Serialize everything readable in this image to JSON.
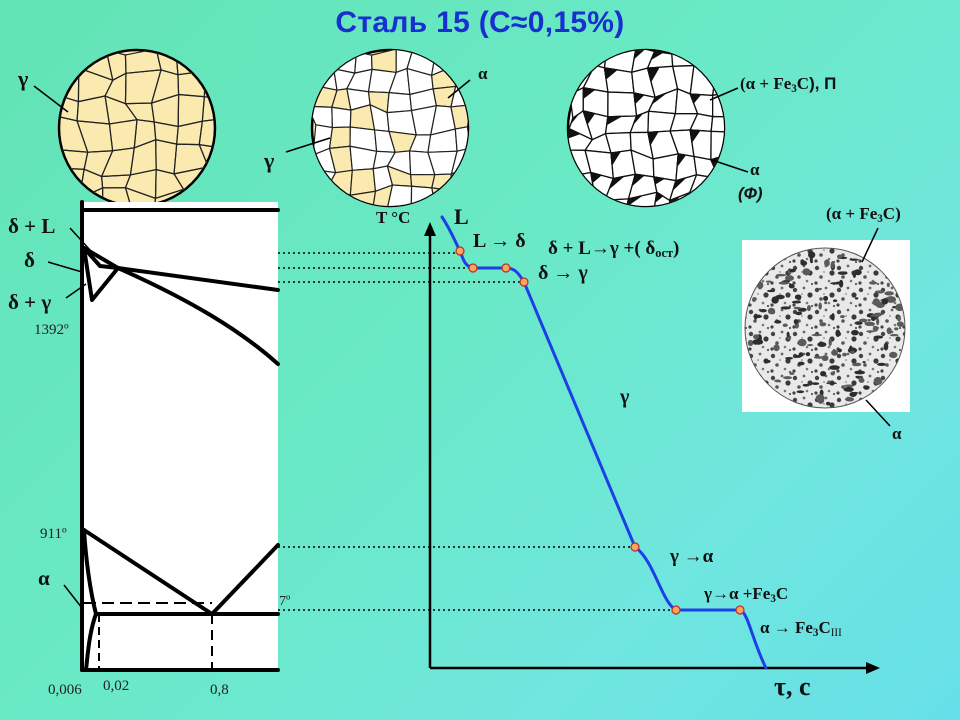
{
  "title": "Сталь 15 (С≈0,15%)",
  "micro_labels": {
    "austenite": "γ",
    "mixed_alpha": "α",
    "mixed_gamma": "γ",
    "pearlite_name": "(α + Fe3C), П",
    "ferrite": "α",
    "ferrite_name": "(Ф)",
    "photo_pearlite": "(α + Fe3C)",
    "photo_ferrite": "α"
  },
  "phase_diagram": {
    "delta_L": "δ + L",
    "delta": "δ",
    "delta_gamma": "δ + γ",
    "t1392": "1392º",
    "t911": "911º",
    "alpha": "α",
    "t727": "7º",
    "x0006": "0,006",
    "x002": "0,02",
    "x08": "0,8"
  },
  "cooling_curve": {
    "y_axis": "T °C",
    "x_axis": "τ, с",
    "L": "L",
    "L_to_delta": "L → δ",
    "peritectic": "δ + L→γ +( δ",
    "peritectic_sub": "ост",
    "peritectic_close": ")",
    "delta_to_gamma": "δ → γ",
    "gamma": "γ",
    "gamma_to_alpha": "γ →α",
    "eutectoid": "γ→α +Fe",
    "eutectoid_sub": "3",
    "eutectoid_end": "C",
    "tertiary": "α → Fe",
    "tertiary_sub": "3",
    "tertiary_end": "C",
    "tertiary_roman": "III"
  },
  "colors": {
    "title": "#1a2fd0",
    "curve": "#1f3fe6",
    "point": "#f4a85a",
    "austenite_grain": "#fbeab0",
    "ferrite_grain": "#ffffff"
  }
}
